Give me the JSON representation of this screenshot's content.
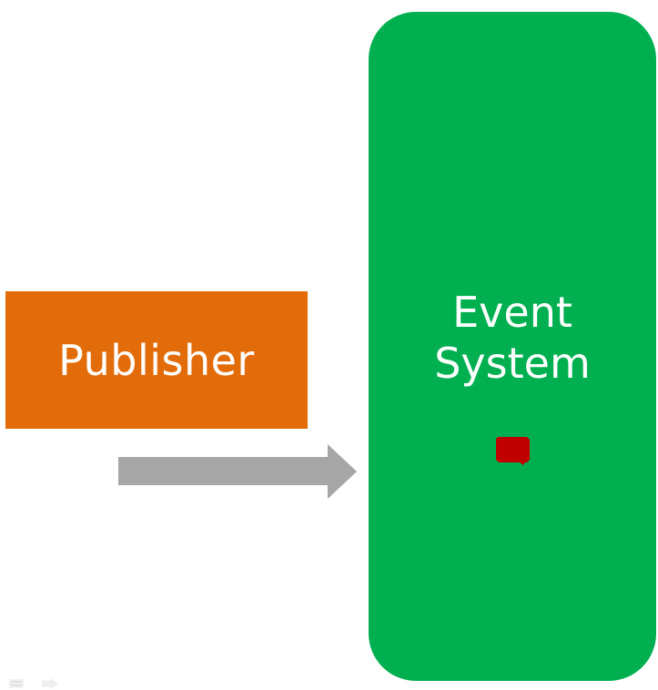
{
  "diagram": {
    "publisher": {
      "label": "Publisher",
      "color": "#e36c0a"
    },
    "event_system": {
      "line1": "Event",
      "line2": "System",
      "color": "#00b050"
    },
    "arrow": {
      "color": "#a6a6a6",
      "direction": "right"
    },
    "comment_marker": {
      "icon": "comment-icon",
      "color": "#c00000"
    }
  },
  "footer": {
    "icons": [
      "notes-icon",
      "arrow-icon"
    ]
  }
}
